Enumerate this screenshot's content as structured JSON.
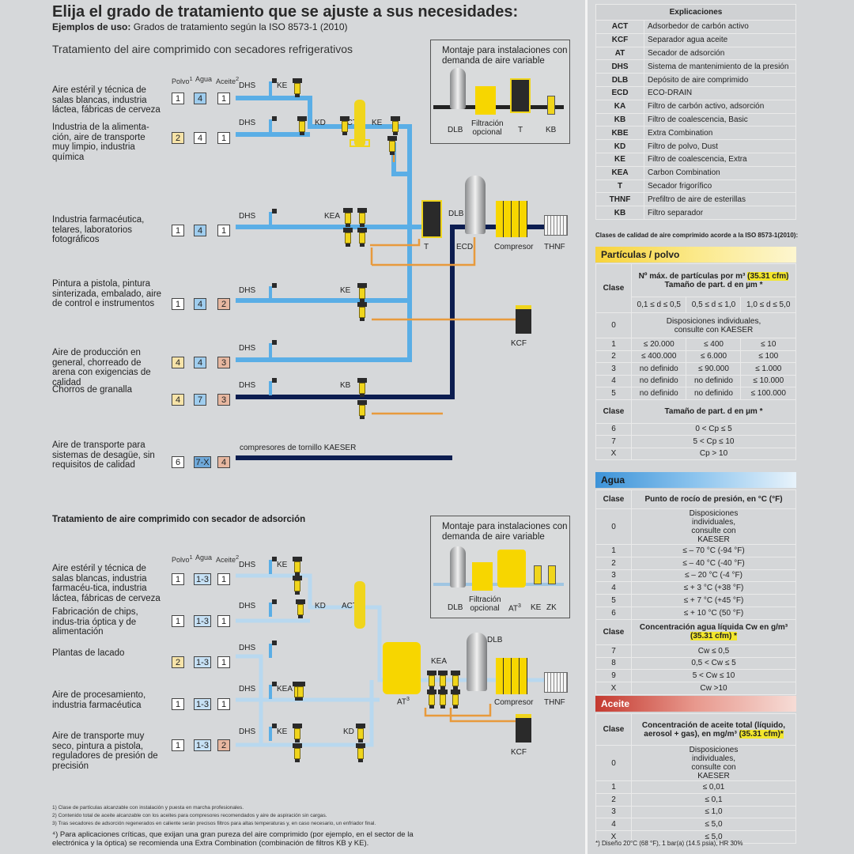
{
  "title": "Elija el grado de tratamiento que se ajuste a sus necesidades:",
  "examples_label": "Ejemplos de uso:",
  "examples_text": "Grados de tratamiento según la ISO 8573-1 (2010)",
  "section_refrigerated": "Tratamiento del aire comprimido con secadores refrigerativos",
  "section_adsorption": "Tratamiento de aire comprimido con secador de adsorción",
  "col_headers": {
    "polvo": "Polvo",
    "polvo_sup": "1",
    "agua": "Agua",
    "aceite": "Aceite",
    "aceite_sup": "2"
  },
  "refrigerated_rows": [
    {
      "label": "Aire estéril y técnica de salas blancas, industria láctea, fábricas de cerveza",
      "polvo": "1",
      "agua": "4",
      "aceite": "1",
      "polvo_color": "#ffffff",
      "agua_color": "#9fcdee",
      "aceite_color": "#ffffff"
    },
    {
      "label": "Industria de la alimenta-ción, aire de transporte muy limpio, industria química",
      "polvo": "2",
      "agua": "4",
      "aceite": "1",
      "polvo_color": "#f6e3a8",
      "agua_color": "#ffffff",
      "aceite_color": "#ffffff"
    },
    {
      "label": "Industria farmacéutica, telares, laboratorios fotográficos",
      "polvo": "1",
      "agua": "4",
      "aceite": "1",
      "polvo_color": "#ffffff",
      "agua_color": "#9fcdee",
      "aceite_color": "#ffffff"
    },
    {
      "label": "Pintura a pistola, pintura sinterizada, embalado, aire de control e instrumentos",
      "polvo": "1",
      "agua": "4",
      "aceite": "2",
      "polvo_color": "#ffffff",
      "agua_color": "#9fcdee",
      "aceite_color": "#e7b7a0"
    },
    {
      "label": "Aire de producción en general, chorreado de arena con exigencias de calidad",
      "polvo": "4",
      "agua": "4",
      "aceite": "3",
      "polvo_color": "#f6e3a8",
      "agua_color": "#9fcdee",
      "aceite_color": "#e7b7a0"
    },
    {
      "label": "Chorros de granalla",
      "polvo": "4",
      "agua": "7",
      "aceite": "3",
      "polvo_color": "#f6e3a8",
      "agua_color": "#9fcdee",
      "aceite_color": "#e7b7a0"
    },
    {
      "label": "Aire de transporte para sistemas de desagüe, sin requisitos de calidad",
      "polvo": "6",
      "agua": "7-X",
      "aceite": "4",
      "polvo_color": "#ffffff",
      "agua_color": "#6fa9da",
      "aceite_color": "#e7b7a0"
    }
  ],
  "adsorption_rows": [
    {
      "label": "Aire estéril y técnica de salas blancas, industria farmacéu-tica, industria láctea, fábricas de cerveza",
      "polvo": "1",
      "agua": "1-3",
      "aceite": "1",
      "polvo_color": "#ffffff",
      "agua_color": "#c6e0f4",
      "aceite_color": "#ffffff"
    },
    {
      "label": "Fabricación de chips, indus-tria óptica y de alimentación",
      "polvo": "1",
      "agua": "1-3",
      "aceite": "1",
      "polvo_color": "#ffffff",
      "agua_color": "#c6e0f4",
      "aceite_color": "#ffffff"
    },
    {
      "label": "Plantas de lacado",
      "polvo": "2",
      "agua": "1-3",
      "aceite": "1",
      "polvo_color": "#f6e3a8",
      "agua_color": "#c6e0f4",
      "aceite_color": "#ffffff"
    },
    {
      "label": "Aire de procesamiento, industria farmacéutica",
      "polvo": "1",
      "agua": "1-3",
      "aceite": "1",
      "polvo_color": "#ffffff",
      "agua_color": "#c6e0f4",
      "aceite_color": "#ffffff"
    },
    {
      "label": "Aire de transporte muy seco, pintura a pistola, reguladores de presión de precisión",
      "polvo": "1",
      "agua": "1-3",
      "aceite": "2",
      "polvo_color": "#ffffff",
      "agua_color": "#c6e0f4",
      "aceite_color": "#e7b7a0"
    }
  ],
  "component_labels": {
    "dhs": "DHS",
    "ke": "KE",
    "kd": "KD",
    "act": "ACT",
    "kea": "KEA",
    "kb": "KB",
    "t": "T",
    "dlb": "DLB",
    "ecd": "ECD",
    "compresor": "Compresor",
    "thnf": "THNF",
    "kcf": "KCF",
    "at": "AT",
    "at_sup": "3",
    "zk": "ZK",
    "tornillo": "compresores de tornillo KAESER"
  },
  "mounting_box": {
    "title": "Montaje para instalaciones con demanda de aire variable",
    "filtracion": "Filtración opcional",
    "top_labels": [
      "DLB",
      "T",
      "KB"
    ],
    "bottom_labels": [
      "DLB",
      "AT",
      "KE",
      "ZK"
    ]
  },
  "footnotes": [
    "1) Clase de partículas alcanzable con instalación y puesta en marcha profesionales.",
    "2) Contenido total de aceite alcanzable con los aceites para compresores recomendados y aire de aspiración sin cargas.",
    "3) Tras secadores de adsorción regenerados en caliente serán precisos filtros para altas temperaturas y, en caso necesario, un enfriador final."
  ],
  "footnote4": "⁴) Para aplicaciones críticas, que exijan una gran pureza del aire comprimido (por ejemplo, en el sector de la electrónica y la óptica) se recomienda una  Extra Combination (combinación de filtros KB y KE).",
  "explicaciones": {
    "header": "Explicaciones",
    "rows": [
      [
        "ACT",
        "Adsorbedor de carbón activo"
      ],
      [
        "KCF",
        "Separador agua aceite"
      ],
      [
        "AT",
        "Secador de adsorción"
      ],
      [
        "DHS",
        "Sistema de mantenimiento de la presión"
      ],
      [
        "DLB",
        "Depósito de aire comprimido"
      ],
      [
        "ECD",
        "ECO-DRAIN"
      ],
      [
        "KA",
        "Filtro de carbón activo, adsorción"
      ],
      [
        "KB",
        "Filtro de coalescencia, Basic"
      ],
      [
        "KBE",
        "Extra Combination"
      ],
      [
        "KD",
        "Filtro de polvo, Dust"
      ],
      [
        "KE",
        "Filtro de coalescencia, Extra"
      ],
      [
        "KEA",
        "Carbon Combination"
      ],
      [
        "T",
        "Secador frigorífico"
      ],
      [
        "THNF",
        "Prefiltro de aire de esterillas"
      ],
      [
        "KB",
        "Filtro separador"
      ]
    ]
  },
  "quality_caption": "Clases de calidad de aire comprimido acorde a la ISO 8573-1(2010):",
  "particulas": {
    "title": "Partículas / polvo",
    "clase": "Clase",
    "header1": "Nº máx. de partículas por m³",
    "header1_hl": "(35.31 cfm)",
    "header2": "Tamaño de part. d en µm *",
    "sizes": [
      "0,1 ≤ d ≤ 0,5",
      "0,5 ≤ d ≤ 1,0",
      "1,0 ≤ d ≤ 5,0"
    ],
    "row0": [
      "0",
      "Disposiciones individuales, consulte con KAESER"
    ],
    "rows": [
      [
        "1",
        "≤ 20.000",
        "≤ 400",
        "≤ 10"
      ],
      [
        "2",
        "≤ 400.000",
        "≤ 6.000",
        "≤ 100"
      ],
      [
        "3",
        "no definido",
        "≤ 90.000",
        "≤ 1.000"
      ],
      [
        "4",
        "no definido",
        "no definido",
        "≤ 10.000"
      ],
      [
        "5",
        "no definido",
        "no definido",
        "≤ 100.000"
      ]
    ],
    "header3": "Tamaño de part. d en µm *",
    "rows2": [
      [
        "6",
        "0 < Cp ≤ 5"
      ],
      [
        "7",
        "5 < Cp ≤ 10"
      ],
      [
        "X",
        "Cp > 10"
      ]
    ]
  },
  "agua": {
    "title": "Agua",
    "clase": "Clase",
    "header": "Punto de rocío de presión, en °C (°F)",
    "row0": [
      "0",
      "Disposiciones individuales, consulte con KAESER"
    ],
    "rows": [
      [
        "1",
        "≤ – 70 °C (-94 °F)"
      ],
      [
        "2",
        "≤ – 40 °C (-40 °F)"
      ],
      [
        "3",
        "≤ – 20 °C (-4 °F)"
      ],
      [
        "4",
        "≤ + 3 °C (+38 °F)"
      ],
      [
        "5",
        "≤ + 7 °C (+45 °F)"
      ],
      [
        "6",
        "≤ + 10 °C (50 °F)"
      ]
    ],
    "header2": "Concentración agua líquida Cw en g/m³",
    "header2_hl": "(35.31 cfm) *",
    "rows2": [
      [
        "7",
        "Cw ≤ 0,5"
      ],
      [
        "8",
        "0,5 < Cw ≤ 5"
      ],
      [
        "9",
        "5 < Cw ≤ 10"
      ],
      [
        "X",
        "Cw >10"
      ]
    ]
  },
  "aceite": {
    "title": "Aceite",
    "clase": "Clase",
    "header": "Concentración de aceite total (líquido, aerosol + gas), en mg/m³",
    "header_hl": "(35.31 cfm)*",
    "row0": [
      "0",
      "Disposiciones individuales, consulte con KAESER"
    ],
    "rows": [
      [
        "1",
        "≤ 0,01"
      ],
      [
        "2",
        "≤ 0,1"
      ],
      [
        "3",
        "≤ 1,0"
      ],
      [
        "4",
        "≤ 5,0"
      ],
      [
        "X",
        "≤ 5,0"
      ]
    ]
  },
  "footnote_right": "*) Diseño 20°C (68 °F), 1 bar(a) (14.5 psia), HR 30%",
  "colors": {
    "light_blue": "#5aaee6",
    "dark_navy": "#0c1d50",
    "orange": "#e89a3c",
    "pale_blue": "#b8d8ef",
    "filter_yellow": "#f0d51c",
    "highlight": "#f2e62c"
  }
}
